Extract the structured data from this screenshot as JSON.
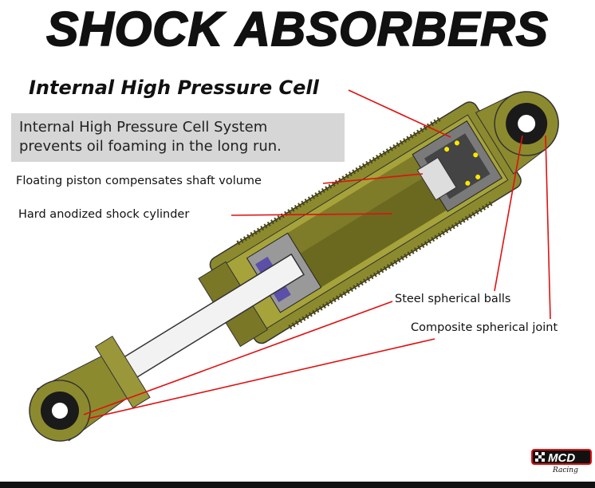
{
  "title": "SHOCK ABSORBERS",
  "subtitle": "Internal High Pressure Cell",
  "info_box": {
    "line1": "Internal High Pressure Cell System",
    "line2": "prevents oil foaming in the long run."
  },
  "labels": {
    "floating_piston": "Floating piston compensates shaft volume",
    "cylinder": "Hard anodized shock cylinder",
    "balls": "Steel spherical balls",
    "joint": "Composite spherical joint"
  },
  "logo": {
    "text": "MCD",
    "subtext": "Racing"
  },
  "colors": {
    "body": "#8c8a2e",
    "body_dark": "#5e5c1c",
    "callout": "#e01010",
    "rod": "#f2f2f2",
    "seal": "#5b4fa8"
  }
}
